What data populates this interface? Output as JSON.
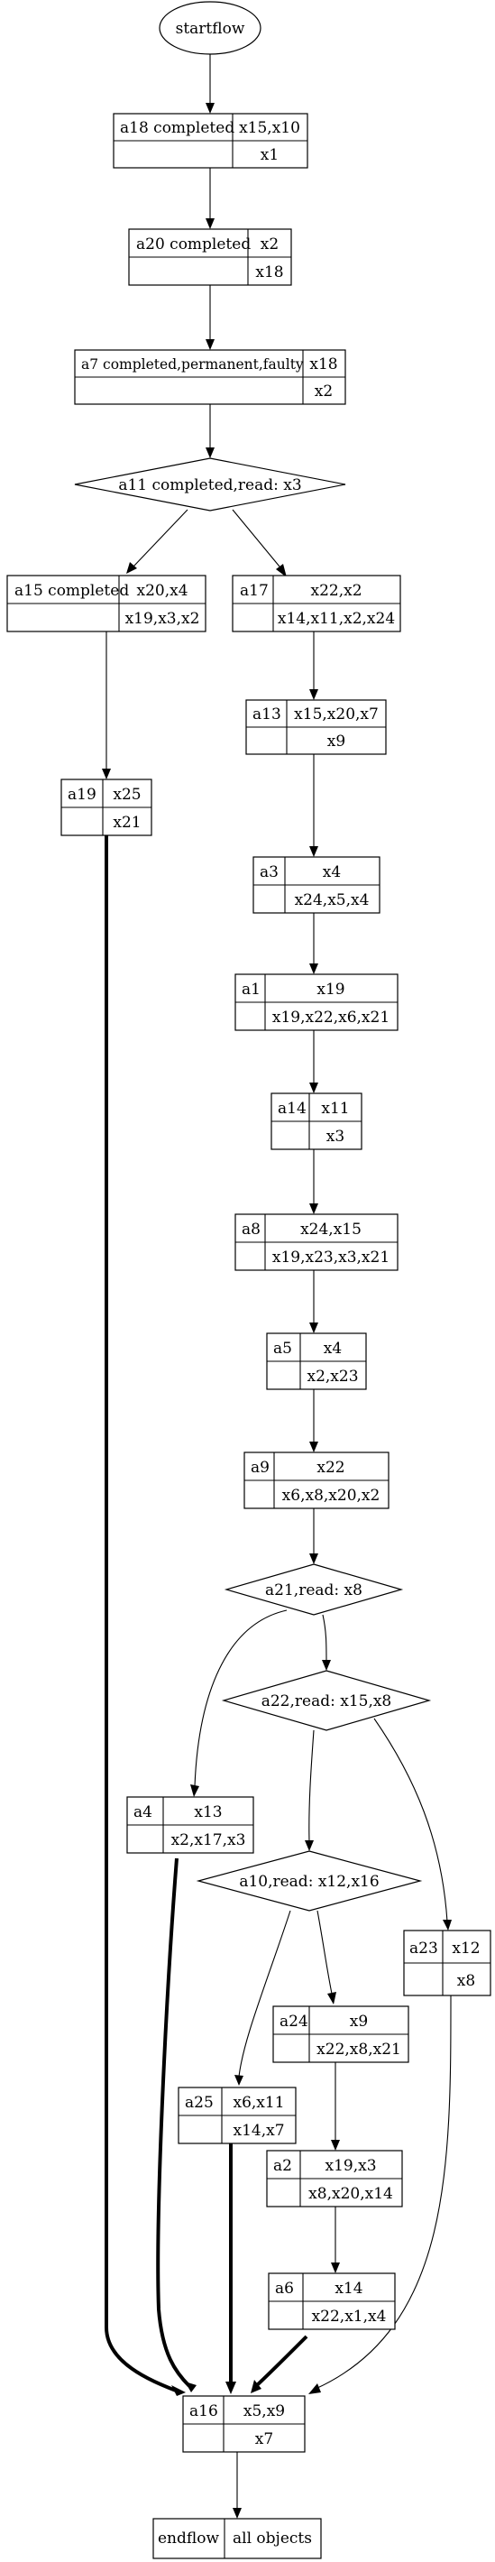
{
  "start": "startflow",
  "activities": {
    "a18": {
      "left": "a18 completed",
      "top": "x15,x10",
      "bottom": "x1"
    },
    "a20": {
      "left": "a20 completed",
      "top": "x2",
      "bottom": "x18"
    },
    "a7": {
      "left": "a7 completed,permanent,faulty",
      "top": "x18",
      "bottom": "x2"
    },
    "a15": {
      "left": "a15 completed",
      "top": "x20,x4",
      "bottom": "x19,x3,x2"
    },
    "a17": {
      "left": "a17",
      "top": "x22,x2",
      "bottom": "x14,x11,x2,x24"
    },
    "a13": {
      "left": "a13",
      "top": "x15,x20,x7",
      "bottom": "x9"
    },
    "a19": {
      "left": "a19",
      "top": "x25",
      "bottom": "x21"
    },
    "a3": {
      "left": "a3",
      "top": "x4",
      "bottom": "x24,x5,x4"
    },
    "a1": {
      "left": "a1",
      "top": "x19",
      "bottom": "x19,x22,x6,x21"
    },
    "a14": {
      "left": "a14",
      "top": "x11",
      "bottom": "x3"
    },
    "a8": {
      "left": "a8",
      "top": "x24,x15",
      "bottom": "x19,x23,x3,x21"
    },
    "a5": {
      "left": "a5",
      "top": "x4",
      "bottom": "x2,x23"
    },
    "a9": {
      "left": "a9",
      "top": "x22",
      "bottom": "x6,x8,x20,x2"
    },
    "a4": {
      "left": "a4",
      "top": "x13",
      "bottom": "x2,x17,x3"
    },
    "a23": {
      "left": "a23",
      "top": "x12",
      "bottom": "x8"
    },
    "a24": {
      "left": "a24",
      "top": "x9",
      "bottom": "x22,x8,x21"
    },
    "a25": {
      "left": "a25",
      "top": "x6,x11",
      "bottom": "x14,x7"
    },
    "a2": {
      "left": "a2",
      "top": "x19,x3",
      "bottom": "x8,x20,x14"
    },
    "a6": {
      "left": "a6",
      "top": "x14",
      "bottom": "x22,x1,x4"
    },
    "a16": {
      "left": "a16",
      "top": "x5,x9",
      "bottom": "x7"
    }
  },
  "decisions": {
    "a11": "a11 completed,read: x3",
    "a21": "a21,read: x8",
    "a22": "a22,read: x15,x8",
    "a10": "a10,read: x12,x16"
  },
  "end": {
    "left": "endflow",
    "right": "all objects"
  }
}
